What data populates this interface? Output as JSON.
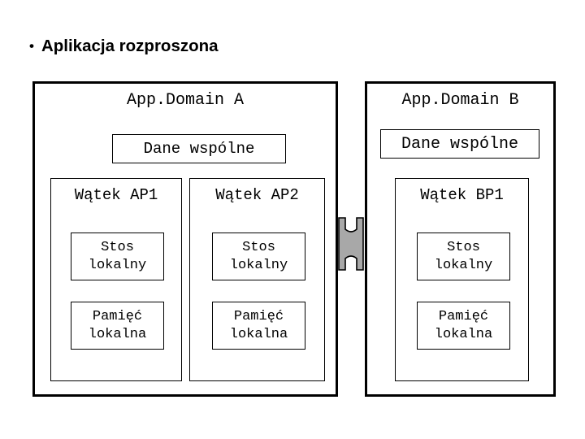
{
  "slide": {
    "heading": {
      "bullet": "•",
      "text": "Aplikacja rozproszona"
    },
    "colors": {
      "background": "#FFFFFF",
      "outline": "#000000",
      "connector_fill": "#A8A8A8",
      "connector_stroke": "#000000"
    }
  },
  "domains": [
    {
      "id": "domain-a",
      "title": "App.Domain A",
      "shared_data": {
        "label": "Dane wspólne"
      },
      "threads": [
        {
          "id": "thread-ap1",
          "title": "Wątek AP1",
          "stack": {
            "line1": "Stos",
            "line2": "lokalny"
          },
          "memory": {
            "line1": "Pamięć",
            "line2": "lokalna"
          }
        },
        {
          "id": "thread-ap2",
          "title": "Wątek AP2",
          "stack": {
            "line1": "Stos",
            "line2": "lokalny"
          },
          "memory": {
            "line1": "Pamięć",
            "line2": "lokalna"
          }
        }
      ]
    },
    {
      "id": "domain-b",
      "title": "App.Domain B",
      "shared_data": {
        "label": "Dane wspólne"
      },
      "threads": [
        {
          "id": "thread-bp1",
          "title": "Wątek BP1",
          "stack": {
            "line1": "Stos",
            "line2": "lokalny"
          },
          "memory": {
            "line1": "Pamięć",
            "line2": "lokalna"
          }
        }
      ]
    }
  ],
  "connector": {
    "name": "inter-domain-channel",
    "label": ""
  }
}
